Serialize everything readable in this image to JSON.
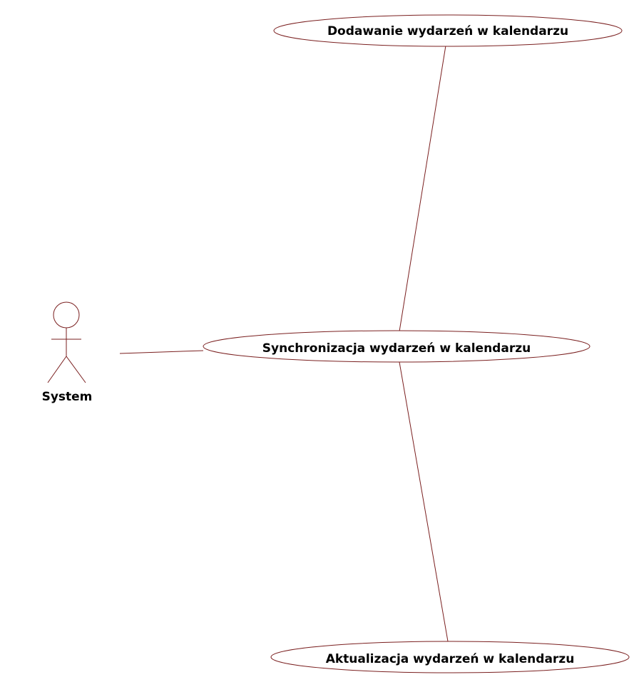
{
  "actor": {
    "name": "System"
  },
  "use_cases": {
    "top": {
      "label": "Dodawanie wydarzeń w kalendarzu"
    },
    "middle": {
      "label": "Synchronizacja wydarzeń w kalendarzu"
    },
    "bottom": {
      "label": "Aktualizacja wydarzeń w kalendarzu"
    }
  },
  "colors": {
    "line": "#7a1f1f",
    "text": "#000000",
    "background": "#ffffff"
  }
}
